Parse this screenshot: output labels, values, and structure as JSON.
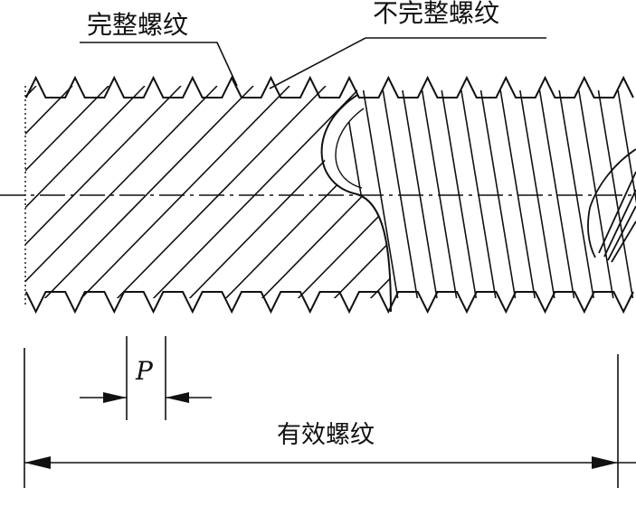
{
  "labels": {
    "complete_thread": "完整螺纹",
    "incomplete_thread": "不完整螺纹",
    "pitch": "P",
    "effective_thread": "有效螺纹"
  },
  "colors": {
    "line": "#111111",
    "background": "#ffffff"
  }
}
